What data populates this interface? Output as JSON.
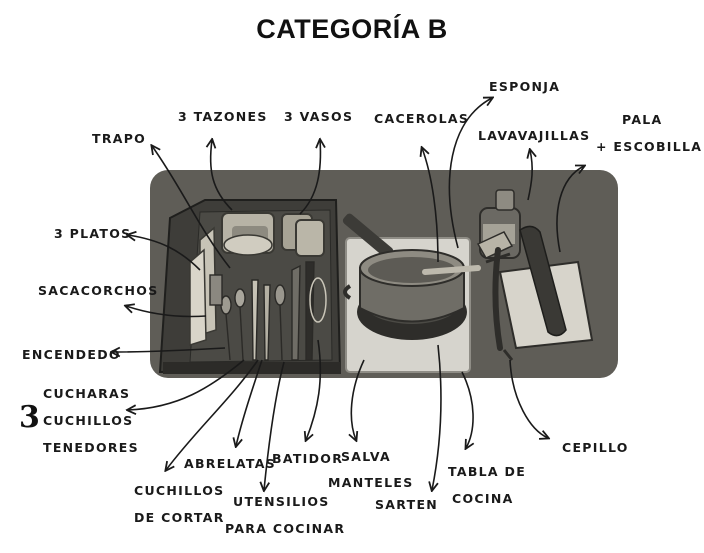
{
  "title": "CATEGORÍA B",
  "labels": {
    "trapo": "TRAPO",
    "tazones": "3 TAZONES",
    "vasos": "3 VASOS",
    "cacerolas": "CACEROLAS",
    "esponja": "ESPONJA",
    "lavavajillas": "LAVAVAJILLAS",
    "pala_line1": "PALA",
    "pala_line2": "+ ESCOBILLA",
    "platos": "3 PLATOS",
    "sacacorchos": "SACACORCHOS",
    "encendedor": "ENCENDEDO",
    "cubiertos_count": "3",
    "cucharas": "CUCHARAS",
    "cuchillos": "CUCHILLOS",
    "tenedores": "TENEDORES",
    "cuchillos_cortar_1": "CUCHILLOS",
    "cuchillos_cortar_2": "DE CORTAR",
    "abrelatas": "ABRELATAS",
    "batidor": "BATIDOR",
    "utensilios_1": "UTENSILIOS",
    "utensilios_2": "PARA COCINAR",
    "salva": "SALVA",
    "manteles": "MANTELES",
    "sarten": "SARTEN",
    "tabla_1": "TABLA DE",
    "tabla_2": "COCINA",
    "cepillo": "CEPILLO"
  },
  "colors": {
    "table": "#5f5d57",
    "tray": "#3e3d39",
    "board": "#d6d4cd",
    "ink": "#1a1a1a"
  }
}
